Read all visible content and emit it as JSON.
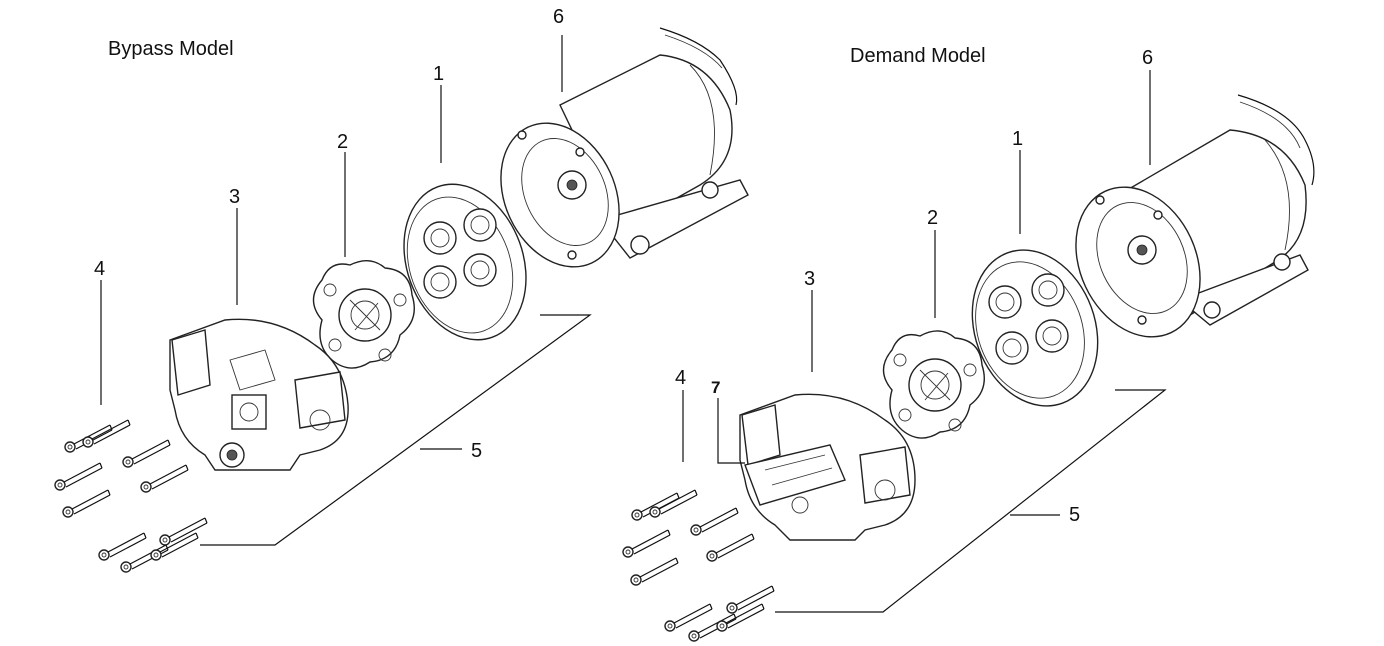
{
  "titles": {
    "bypass": "Bypass Model",
    "demand": "Demand Model"
  },
  "callouts": {
    "bypass": [
      "1",
      "2",
      "3",
      "4",
      "5",
      "6"
    ],
    "demand": [
      "1",
      "2",
      "3",
      "4",
      "5",
      "6",
      "7"
    ]
  }
}
